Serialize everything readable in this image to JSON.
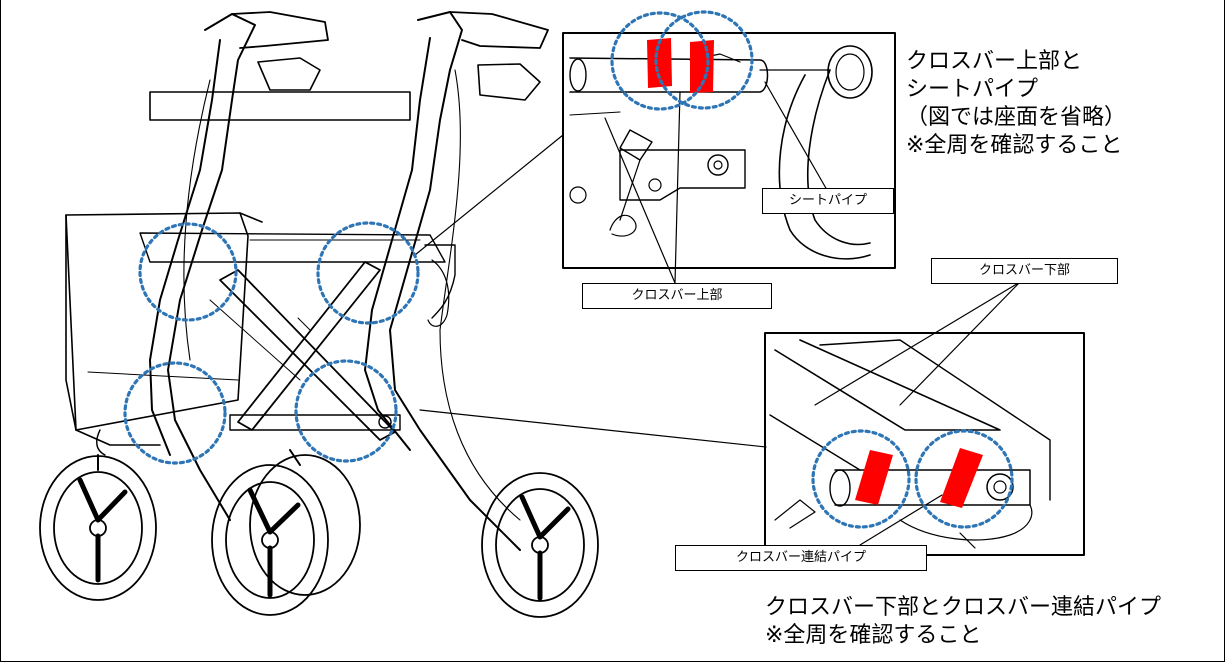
{
  "colors": {
    "outline": "#000000",
    "highlight_circle": "#2e75b6",
    "marker": "#ff0000"
  },
  "callouts": {
    "upper": {
      "lines": [
        "クロスバー上部と",
        "シートパイプ",
        "（図では座面を省略）",
        "※全周を確認すること"
      ]
    },
    "lower": {
      "lines": [
        "クロスバー下部とクロスバー連結パイプ",
        "※全周を確認すること"
      ]
    }
  },
  "labels": {
    "seat_pipe": "シートパイプ",
    "crossbar_upper": "クロスバー上部",
    "crossbar_lower": "クロスバー下部",
    "crossbar_joint_pipe": "クロスバー連結パイプ"
  },
  "icons": [
    "rollator-walker-drawing",
    "detail-inset-upper",
    "detail-inset-lower"
  ]
}
